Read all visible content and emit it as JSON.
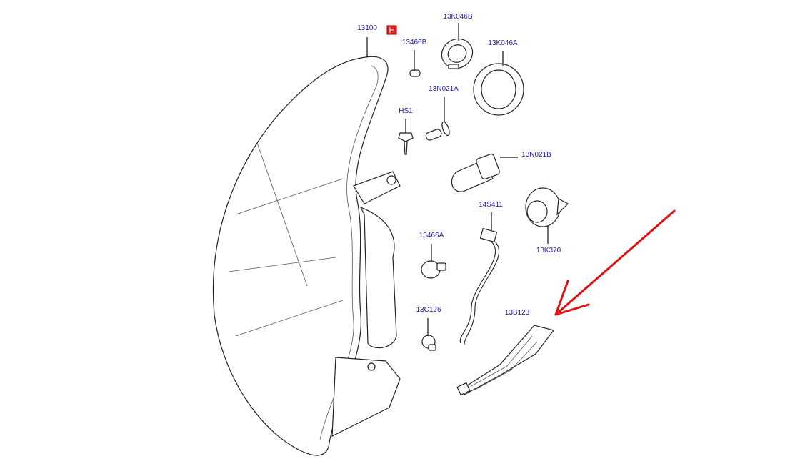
{
  "diagram": {
    "title": "Headlamp assembly exploded view",
    "parts": {
      "p13100": "13100",
      "p13466B": "13466B",
      "p13K046B": "13K046B",
      "p13K046A": "13K046A",
      "p13N021A": "13N021A",
      "pHS1": "HS1",
      "p13N021B": "13N021B",
      "p14S411": "14S411",
      "p13466A": "13466A",
      "p13K370": "13K370",
      "p13C126": "13C126",
      "p13B123": "13B123"
    },
    "colors": {
      "label": "#1c1ca8",
      "arrow": "#e01010",
      "marker_icon": "#d42020"
    }
  }
}
